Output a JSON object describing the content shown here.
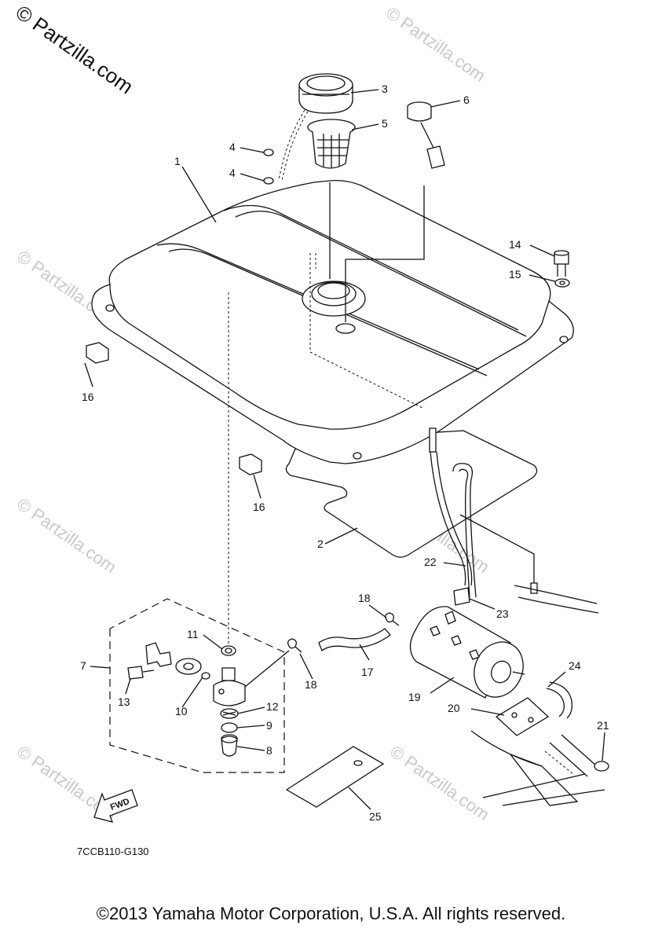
{
  "watermark": {
    "main": "© Partzilla.com",
    "faint": "© Partzilla.com"
  },
  "callouts": [
    {
      "id": "c1",
      "text": "1"
    },
    {
      "id": "c2",
      "text": "2"
    },
    {
      "id": "c3",
      "text": "3"
    },
    {
      "id": "c4a",
      "text": "4"
    },
    {
      "id": "c4b",
      "text": "4"
    },
    {
      "id": "c5",
      "text": "5"
    },
    {
      "id": "c6",
      "text": "6"
    },
    {
      "id": "c7",
      "text": "7"
    },
    {
      "id": "c8",
      "text": "8"
    },
    {
      "id": "c9",
      "text": "9"
    },
    {
      "id": "c10",
      "text": "10"
    },
    {
      "id": "c11",
      "text": "11"
    },
    {
      "id": "c12",
      "text": "12"
    },
    {
      "id": "c13",
      "text": "13"
    },
    {
      "id": "c14",
      "text": "14"
    },
    {
      "id": "c15",
      "text": "15"
    },
    {
      "id": "c16a",
      "text": "16"
    },
    {
      "id": "c16b",
      "text": "16"
    },
    {
      "id": "c17",
      "text": "17"
    },
    {
      "id": "c18a",
      "text": "18"
    },
    {
      "id": "c18b",
      "text": "18"
    },
    {
      "id": "c19",
      "text": "19"
    },
    {
      "id": "c20",
      "text": "20"
    },
    {
      "id": "c21",
      "text": "21"
    },
    {
      "id": "c22",
      "text": "22"
    },
    {
      "id": "c23",
      "text": "23"
    },
    {
      "id": "c24",
      "text": "24"
    },
    {
      "id": "c25",
      "text": "25"
    }
  ],
  "fwd_label": "FWD",
  "diagram_code": "7CCB110-G130",
  "copyright": "©2013 Yamaha Motor Corporation, U.S.A. All rights reserved."
}
